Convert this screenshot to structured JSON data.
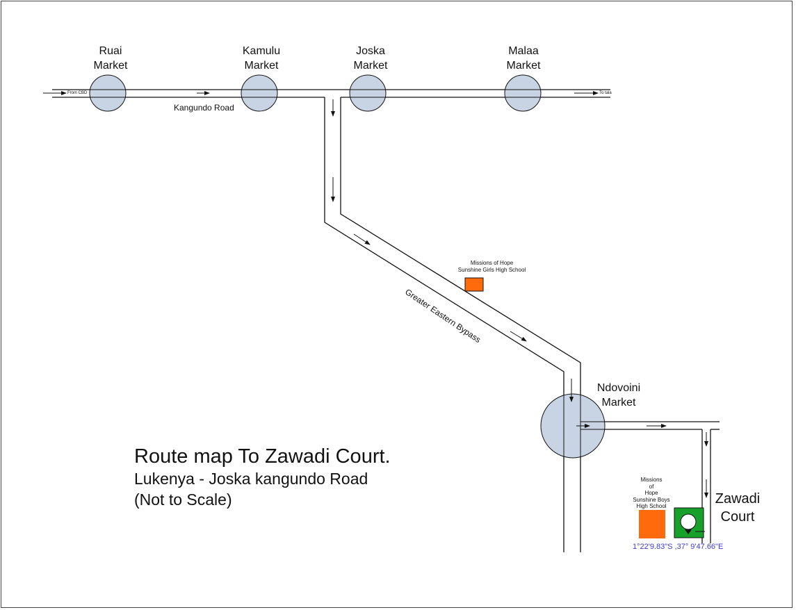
{
  "markets": {
    "ruai": "Ruai\nMarket",
    "kamulu": "Kamulu\nMarket",
    "joska": "Joska\nMarket",
    "malaa": "Malaa\nMarket",
    "ndovoini": "Ndovoini\nMarket"
  },
  "roads": {
    "kangundo_road": "Kangundo Road",
    "greater_eastern_bypass": "Greater Eastern Bypass",
    "from_cbd": "From CBD",
    "to_tala": "To tala"
  },
  "schools": {
    "girls": "Missions of Hope\nSunshine Girls High School",
    "boys": "Missions\nof\nHope\nSunshine Boys\nHigh School"
  },
  "destination": {
    "name": "Zawadi\nCourt",
    "coordinates": "1°22'9.83\"S ,37° 9'47.66\"E"
  },
  "title": {
    "main": "Route map To Zawadi Court.",
    "subtitle": "Lukenya - Joska kangundo Road",
    "note": "(Not to Scale)"
  },
  "colors": {
    "market_fill": "#c8d3e3",
    "school_fill": "#ff6a0d",
    "destination_fill": "#17a12a",
    "coordinates_text": "#3a3ad6"
  },
  "icons": {
    "destination_marker": "map-pin-icon",
    "direction_arrow": "arrow-icon"
  }
}
